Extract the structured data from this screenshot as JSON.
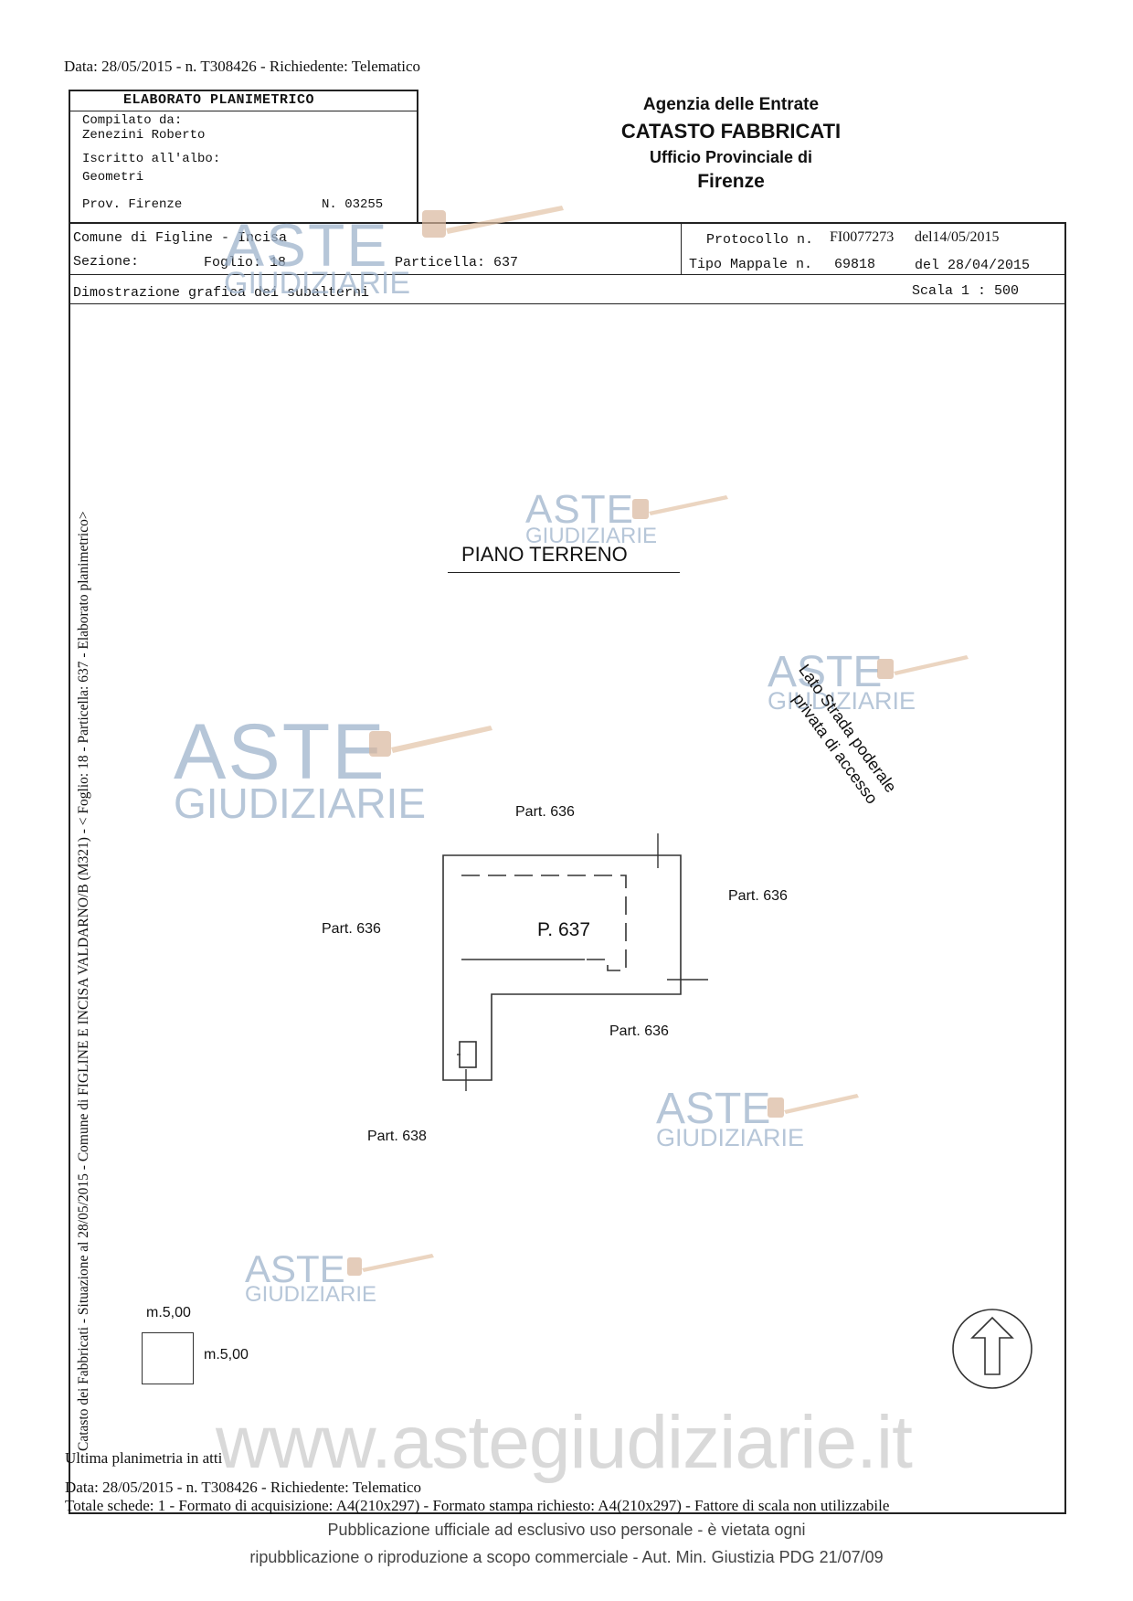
{
  "header_top": "Data: 28/05/2015 - n. T308426 - Richiedente: Telematico",
  "elaborato": {
    "title": "ELABORATO PLANIMETRICO",
    "compilato_label": "Compilato da:",
    "compilato_name": "Zenezini Roberto",
    "iscritto_label": "Iscritto all'albo:",
    "iscritto_value": "Geometri",
    "prov": "Prov. Firenze",
    "numero": "N. 03255"
  },
  "agency": {
    "line1": "Agenzia delle Entrate",
    "line2": "CATASTO FABBRICATI",
    "line3": "Ufficio Provinciale di",
    "line4": "Firenze"
  },
  "info": {
    "comune": "Comune di Figline - Incisa",
    "sezione": "Sezione:",
    "foglio": "Foglio: 18",
    "particella": "Particella: 637",
    "protocollo_label": "Protocollo n.",
    "protocollo_value": "FI0077273",
    "protocollo_del": "del14/05/2015",
    "tipo_mappale_label": "Tipo Mappale n.",
    "tipo_mappale_value": "69818",
    "tipo_mappale_del": "del 28/04/2015",
    "dimostrazione": "Dimostrazione grafica dei subalterni",
    "scala": "Scala 1 : 500"
  },
  "side_text": "Catasto dei Fabbricati - Situazione al 28/05/2015 - Comune di FIGLINE E INCISA VALDARNO/B (M321) - < Foglio: 18 - Particella: 637 - Elaborato planimetrico>",
  "plan": {
    "title": "PIANO TERRENO",
    "road_line1": "Lato Strada poderale",
    "road_line2": "privata di accesso",
    "part_top": "Part. 636",
    "part_right": "Part. 636",
    "part_left": "Part. 636",
    "part_bottom_right": "Part. 636",
    "part_bottom_left": "Part. 638",
    "parcel_label": "P. 637",
    "scale_h": "m.5,00",
    "scale_v": "m.5,00"
  },
  "watermark": {
    "line1": "ASTE",
    "line2": "GIUDIZIARIE",
    "url": "www.astegiudiziarie.it"
  },
  "footer": {
    "ultima": "Ultima planimetria in atti",
    "data": "Data: 28/05/2015 - n. T308426 - Richiedente: Telematico",
    "totale": "Totale schede: 1 - Formato di acquisizione: A4(210x297)  - Formato stampa richiesto: A4(210x297) - Fattore di scala non utilizzabile",
    "pub1": "Pubblicazione ufficiale ad esclusivo uso personale - è vietata ogni",
    "pub2": "ripubblicazione o riproduzione a scopo commerciale - Aut. Min. Giustizia PDG 21/07/09"
  }
}
